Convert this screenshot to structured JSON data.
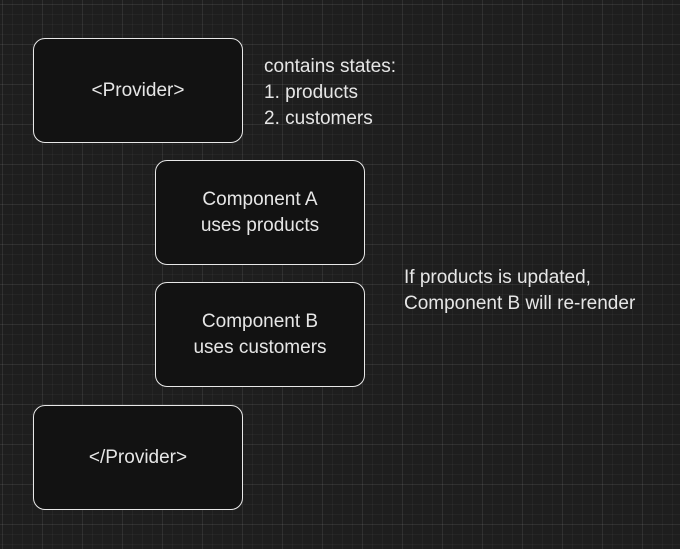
{
  "nodes": {
    "provider_open": {
      "lines": [
        "<Provider>"
      ]
    },
    "component_a": {
      "lines": [
        "Component A",
        "uses products"
      ]
    },
    "component_b": {
      "lines": [
        "Component B",
        "uses customers"
      ]
    },
    "provider_close": {
      "lines": [
        "</Provider>"
      ]
    }
  },
  "notes": {
    "states": {
      "lines": [
        "contains states:",
        "1. products",
        "2. customers"
      ]
    },
    "rerender": {
      "lines": [
        "If products is updated,",
        "Component B will re-render"
      ]
    }
  },
  "colors": {
    "background": "#1e1e1e",
    "node_fill": "#121212",
    "stroke": "#e8e8e8",
    "text": "#e6e6e6"
  }
}
